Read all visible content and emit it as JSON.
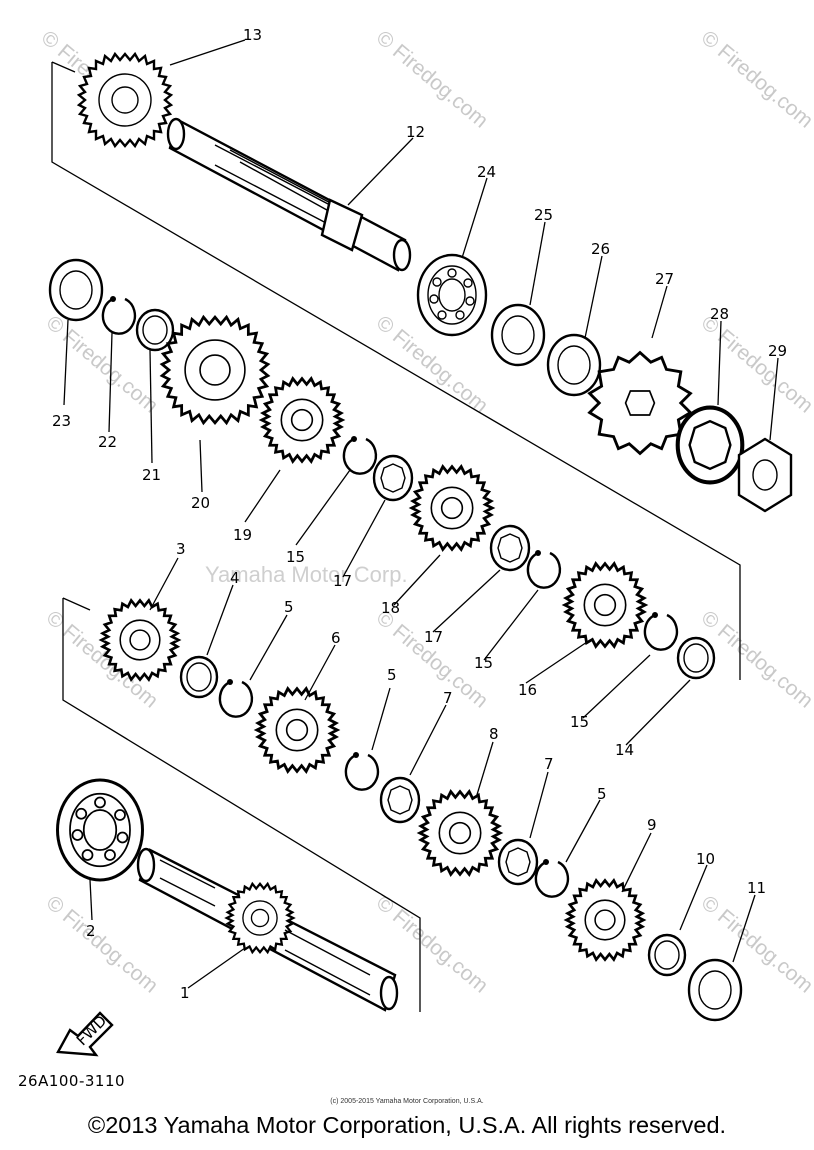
{
  "watermarks": {
    "firedog": "© Firedog.com",
    "yamaha": "Yamaha Motor Corp."
  },
  "parts": [
    {
      "number": "13"
    },
    {
      "number": "12"
    },
    {
      "number": "24"
    },
    {
      "number": "25"
    },
    {
      "number": "26"
    },
    {
      "number": "27"
    },
    {
      "number": "28"
    },
    {
      "number": "29"
    },
    {
      "number": "23"
    },
    {
      "number": "22"
    },
    {
      "number": "21"
    },
    {
      "number": "20"
    },
    {
      "number": "19"
    },
    {
      "number": "15"
    },
    {
      "number": "17"
    },
    {
      "number": "18"
    },
    {
      "number": "17"
    },
    {
      "number": "15"
    },
    {
      "number": "16"
    },
    {
      "number": "15"
    },
    {
      "number": "14"
    },
    {
      "number": "3"
    },
    {
      "number": "4"
    },
    {
      "number": "5"
    },
    {
      "number": "6"
    },
    {
      "number": "5"
    },
    {
      "number": "7"
    },
    {
      "number": "8"
    },
    {
      "number": "7"
    },
    {
      "number": "5"
    },
    {
      "number": "9"
    },
    {
      "number": "10"
    },
    {
      "number": "11"
    },
    {
      "number": "2"
    },
    {
      "number": "1"
    }
  ],
  "fwd_label": "FWD",
  "diagram_code": "26A100-3110",
  "small_copyright": "(c) 2005-2015 Yamaha Motor Corporation, U.S.A.",
  "footer_copyright": "©2013 Yamaha Motor Corporation, U.S.A. All rights reserved."
}
